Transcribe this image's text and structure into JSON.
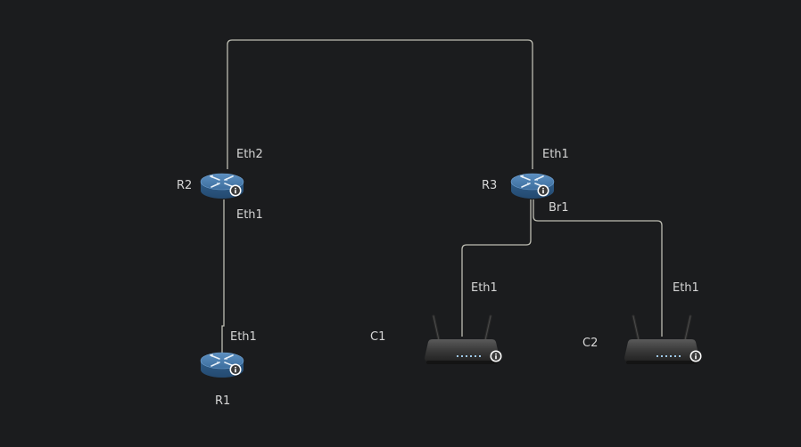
{
  "nodes": {
    "r1": {
      "name": "R1",
      "type": "router"
    },
    "r2": {
      "name": "R2",
      "type": "router"
    },
    "r3": {
      "name": "R3",
      "type": "router"
    },
    "c1": {
      "name": "C1",
      "type": "wifi-client"
    },
    "c2": {
      "name": "C2",
      "type": "wifi-client"
    }
  },
  "interfaces": {
    "r2_top": "Eth2",
    "r2_bottom": "Eth1",
    "r3_top": "Eth1",
    "r3_bottom": "Br1",
    "r1_top": "Eth1",
    "c1_top": "Eth1",
    "c2_top": "Eth1"
  },
  "icons": {
    "router": "router-icon",
    "wifi": "wifi-router-icon",
    "info": "info-icon"
  },
  "colors": {
    "background": "#1b1c1e",
    "link": "#bdbdb2",
    "router_blue": "#3d6e9e",
    "label": "#d6d6d6"
  }
}
